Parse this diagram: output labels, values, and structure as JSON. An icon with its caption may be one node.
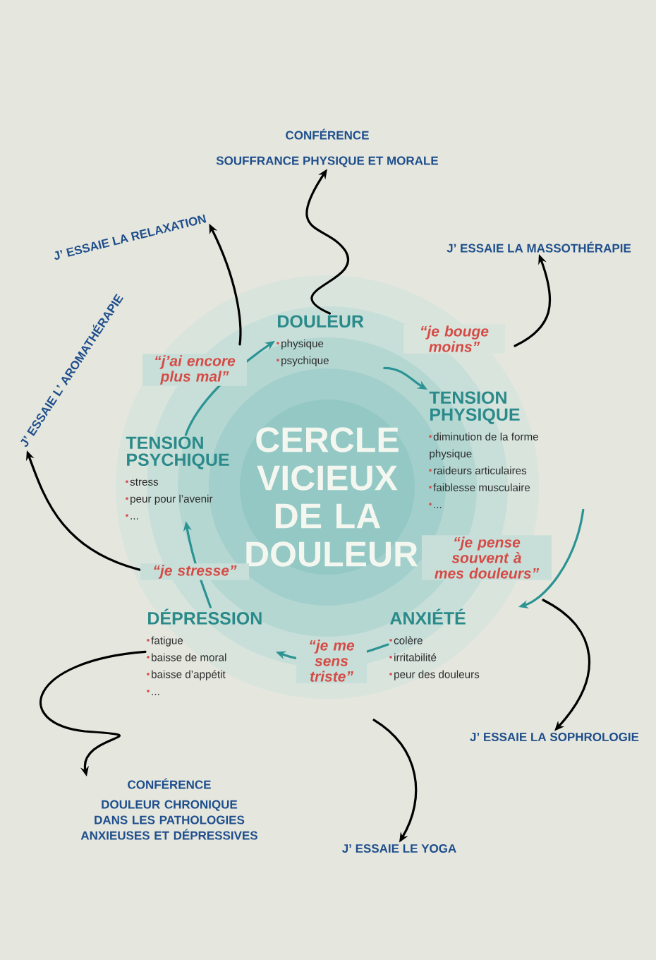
{
  "diagram": {
    "title": "CERCLE VICIEUX DE LA DOULEUR",
    "nodes": [
      {
        "text": [
          "CONFÉRENCE",
          "SOUFFRANCE PHYSIQUE ET MORALE"
        ]
      },
      {
        "text": [
          "J’ ESSAIE LA RELAXATION"
        ]
      },
      {
        "text": [
          "J’ ESSAIE LA MASSOTHÉRAPIE"
        ]
      },
      {
        "text": [
          "J’ ESSAIE L’ AROMATHÉRAPIE"
        ]
      },
      {
        "text": [
          "DOULEUR",
          "physique",
          "psychique"
        ]
      },
      {
        "text": [
          "TENSION PHYSIQUE",
          "diminution de la forme physique",
          "raideurs articulaires",
          "faiblesse musculaire",
          "..."
        ]
      },
      {
        "text": [
          "ANXIÉTÉ",
          "colère",
          "irritabilité",
          "peur des douleurs"
        ]
      },
      {
        "text": [
          "DÉPRESSION",
          "fatigue",
          "baisse de moral",
          "baisse d’appétit",
          "..."
        ]
      },
      {
        "text": [
          "TENSION PSYCHIQUE",
          "stress",
          "peur pour l’avenir",
          "..."
        ]
      },
      {
        "text": [
          "J’ ESSAIE LA SOPHROLOGIE"
        ]
      },
      {
        "text": [
          "J’ ESSAIE LE YOGA"
        ]
      },
      {
        "text": [
          "CONFÉRENCE",
          "DOULEUR CHRONIQUE DANS LES PATHOLOGIES ANXIEUSES ET DÉPRESSIVES"
        ]
      }
    ],
    "edges": [
      {
        "from": 8,
        "to": 4,
        "arrow": "to",
        "label": "“j’ai encore plus mal”",
        "color": "#2b9393"
      },
      {
        "from": 4,
        "to": 5,
        "arrow": "to",
        "label": "“je bouge moins”",
        "color": "#2b9393"
      },
      {
        "from": 5,
        "to": 6,
        "arrow": "to",
        "label": "“je pense souvent à mes douleurs”",
        "color": "#2b9393"
      },
      {
        "from": 6,
        "to": 7,
        "arrow": "to",
        "label": "“je me sens triste”",
        "color": "#2b9393"
      },
      {
        "from": 7,
        "to": 8,
        "arrow": "to",
        "label": "“je stresse”",
        "color": "#2b9393"
      },
      {
        "from": 4,
        "to": 0,
        "arrow": "to"
      },
      {
        "from": null,
        "to": 1,
        "arrow": "to"
      },
      {
        "from": null,
        "to": 2,
        "arrow": "to"
      },
      {
        "from": null,
        "to": 3,
        "arrow": "to"
      },
      {
        "from": null,
        "to": 9,
        "arrow": "to"
      },
      {
        "from": null,
        "to": 10,
        "arrow": "to"
      },
      {
        "from": 7,
        "to": 11,
        "arrow": "to"
      }
    ]
  }
}
